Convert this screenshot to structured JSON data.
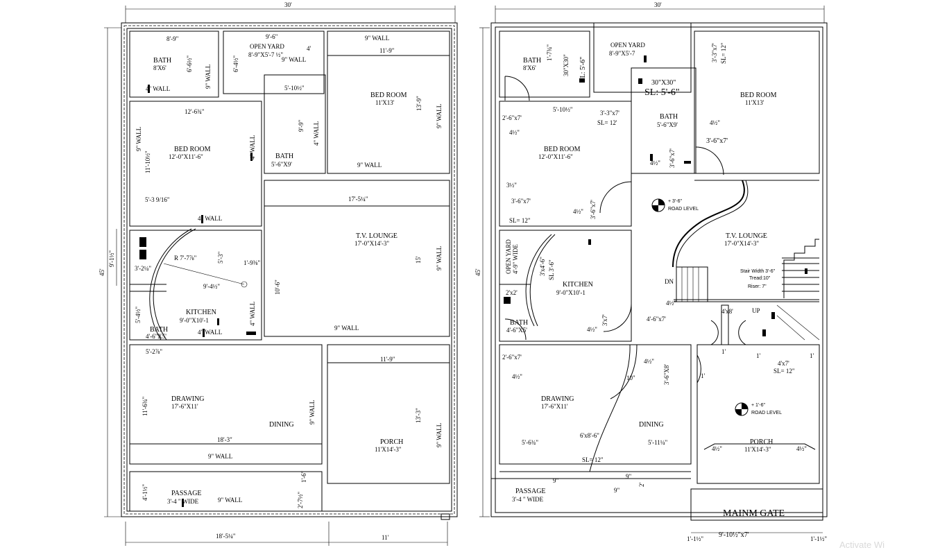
{
  "watermark": "Activate Wi",
  "left_plan": {
    "top_width": "30'",
    "left_depth": "45'",
    "inner_depth": "9'-1½\"",
    "bottom_dims": [
      "18'-5¼\"",
      "11'"
    ],
    "rooms": [
      {
        "name": "BATH",
        "size": "8'X6'"
      },
      {
        "name": "OPEN YARD",
        "size": "8'-9\"X5'-7 ½\""
      },
      {
        "name": "BED ROOM",
        "size": "11'X13'"
      },
      {
        "name": "BED ROOM",
        "size": "12'-0\"X11'-6\""
      },
      {
        "name": "BATH",
        "size": "5'-6\"X9'"
      },
      {
        "name": "T.V. LOUNGE",
        "size": "17'-0\"X14'-3\""
      },
      {
        "name": "KITCHEN",
        "size": "9'-0\"X10'-1"
      },
      {
        "name": "BATH",
        "size": "4'-6\"X5'"
      },
      {
        "name": "DRAWING",
        "size": "17'-6\"X11'"
      },
      {
        "name": "DINING",
        "size": ""
      },
      {
        "name": "PORCH",
        "size": "11'X14'-3\""
      },
      {
        "name": "PASSAGE",
        "size": "3'-4 \" WIDE"
      }
    ],
    "dims": [
      "8'-9\"",
      "9'-6\"",
      "9\" WALL",
      "11'-9\"",
      "6'-6½\"",
      "9\" WALL",
      "6'-4½\"",
      "4'",
      "9\" WALL",
      "4\" WALL",
      "13'-9\"",
      "9\" WALL",
      "5'-10½\"",
      "12'-6¾\"",
      "9'-9\"",
      "4\" WALL",
      "9\" WALL",
      "4\" WALL",
      "11'-10½\"",
      "9\" WALL",
      "17'-5¼\"",
      "5'-3 9/16\"",
      "4\" WALL",
      "R 7'-7⅞\"",
      "5'-3\"",
      "1'-9⅜\"",
      "3'-2¼\"",
      "9'-4½\"",
      "10'-6\"",
      "15'",
      "9\" WALL",
      "5'-4½\"",
      "4\" WALL",
      "4\" WALL",
      "9\" WALL",
      "5'-2⅞\"",
      "11'-9\"",
      "11'-6¾\"",
      "9\" WALL",
      "13'-3\"",
      "18'-3\"",
      "9\" WALL",
      "9\" WALL",
      "1'-6\"",
      "4'-1½\"",
      "2'-7½\"",
      "9\" WALL"
    ]
  },
  "right_plan": {
    "top_width": "30'",
    "left_depth": "45'",
    "main_gate": "MAINM GATE",
    "gate_dims": [
      "1'-1½\"",
      "9'-10½\"x7'",
      "1'-1½\""
    ],
    "rooms": [
      {
        "name": "BATH",
        "size": "8'X6'"
      },
      {
        "name": "OPEN YARD",
        "size": "8'-9\"X5'-7"
      },
      {
        "name": "BED ROOM",
        "size": "11'X13'"
      },
      {
        "name": "BATH",
        "size": "5'-6\"X9'"
      },
      {
        "name": "BED ROOM",
        "size": "12'-0\"X11'-6\""
      },
      {
        "name": "T.V. LOUNGE",
        "size": "17'-0\"X14'-3\""
      },
      {
        "name": "OPEN YARD",
        "size": "4'-9\" WIDE"
      },
      {
        "name": "KITCHEN",
        "size": "9'-0\"X10'-1"
      },
      {
        "name": "BATH",
        "size": "4'-6\"X5'"
      },
      {
        "name": "DRAWING",
        "size": "17'-6\"X11'"
      },
      {
        "name": "DINING",
        "size": ""
      },
      {
        "name": "PORCH",
        "size": "11'X14'-3\""
      },
      {
        "name": "PASSAGE",
        "size": "3'-4 \" WIDE"
      }
    ],
    "levels": [
      {
        "value": "+ 3'-6\"",
        "label": "ROAD LEVEL"
      },
      {
        "value": "+ 1'-6\"",
        "label": "ROAD LEVEL"
      }
    ],
    "stair_notes": [
      "Stair Width 3'-6\"",
      "Tread:10\"",
      "Riser: 7\""
    ],
    "dims": [
      "1'-7¾\"",
      "30\"X30\"",
      "SL: 5'-6\"",
      "3'-3\"x7'",
      "SL= 12\"",
      "30\"X30\"",
      "SL: 5'-6\"",
      "2'-6\"x7'",
      "5'-10½\"",
      "3'-3\"x7'",
      "SL= 12'",
      "4½\"",
      "4½\"",
      "3'-6\"x7'",
      "3'-6\"x7'",
      "4½\"",
      "3½\"",
      "3'-6\"x7'",
      "SL= 12\"",
      "4½\"",
      "3'-6\"x7'",
      "DN",
      "SL 3'-6\"",
      "3'x4'-6\"",
      "2'x2'",
      "3'x7'",
      "4½\"",
      "4'-6\"x7'",
      "4'x8'",
      "UP",
      "4½\"",
      "2'-6\"x7'",
      "4½\"",
      "1'",
      "1'",
      "4'x7'",
      "1'",
      "SL= 12\"",
      "4½\"",
      "3'-6\"X8'",
      "10\"",
      "1'",
      "6'x8'-6\"",
      "5'-6¾\"",
      "5'-11¼\"",
      "SL= 12\"",
      "4½\"",
      "4½\"",
      "9\"",
      "9\"",
      "9\"",
      "2'"
    ]
  }
}
